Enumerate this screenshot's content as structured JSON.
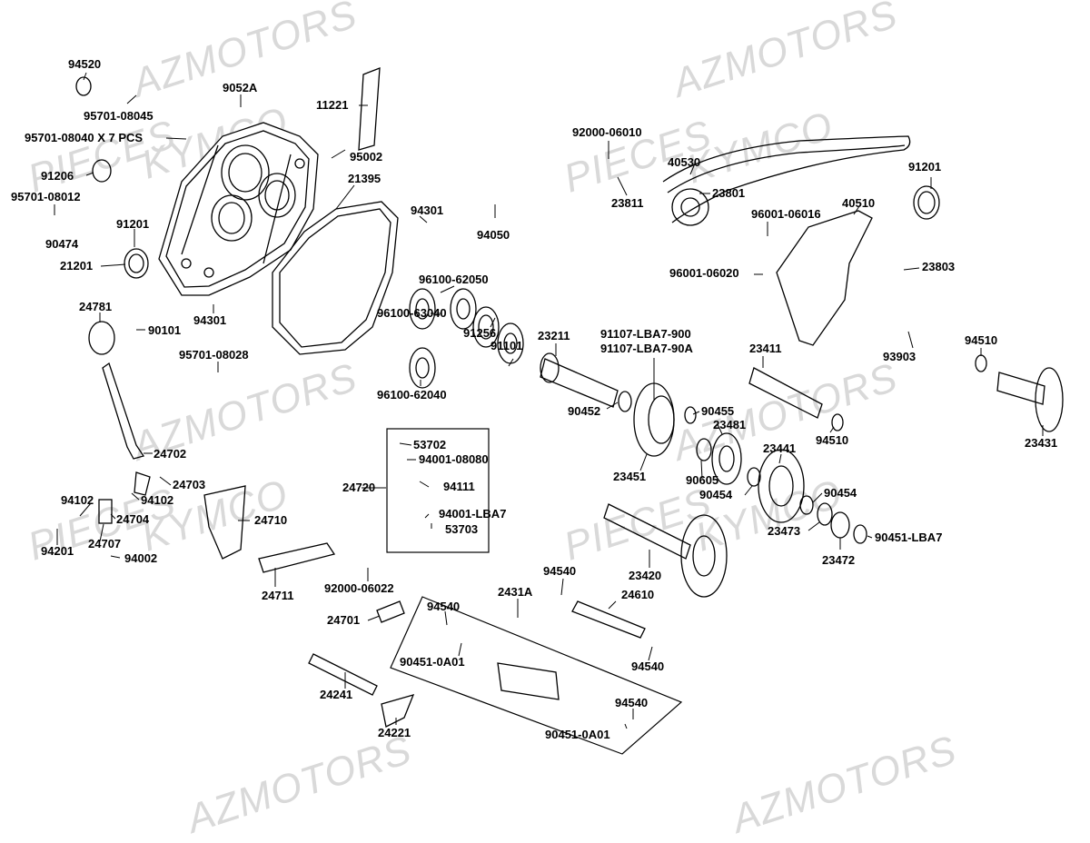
{
  "watermarks": [
    "PIECES",
    "AZMOTORS",
    "KYMCO"
  ],
  "part_labels": {
    "p94520": "94520",
    "p95701_08045": "95701-08045",
    "p9052A": "9052A",
    "p11221": "11221",
    "p95701_08040": "95701-08040 X 7 PCS",
    "p95002": "95002",
    "p21395": "21395",
    "p91206": "91206",
    "p95701_08012": "95701-08012",
    "p90474": "90474",
    "p91201_left": "91201",
    "p21201": "21201",
    "p94301_top": "94301",
    "p94050": "94050",
    "p94301_bot": "94301",
    "p24781": "24781",
    "p90101": "90101",
    "p95701_08028": "95701-08028",
    "p96100_62050": "96100-62050",
    "p96100_63040": "96100-63040",
    "p91256": "91256",
    "p91101": "91101",
    "p96100_62040": "96100-62040",
    "p92000_06010": "92000-06010",
    "p40530": "40530",
    "p23801": "23801",
    "p23811": "23811",
    "p40510": "40510",
    "p91201_right": "91201",
    "p96001_06016": "96001-06016",
    "p96001_06020": "96001-06020",
    "p23803": "23803",
    "p93903": "93903",
    "p94510_right": "94510",
    "p23431": "23431",
    "p23211": "23211",
    "p91107_900": "91107-LBA7-900",
    "p91107_90A": "91107-LBA7-90A",
    "p23411": "23411",
    "p90452": "90452",
    "p90455": "90455",
    "p23481": "23481",
    "p94510_mid": "94510",
    "p23441": "23441",
    "p23451": "23451",
    "p90605": "90605",
    "p90454_a": "90454",
    "p90454_b": "90454",
    "p23473": "23473",
    "p23472": "23472",
    "p90451_lba7": "90451-LBA7",
    "p23420": "23420",
    "p24702": "24702",
    "p24703": "24703",
    "p94102_a": "94102",
    "p94102_b": "94102",
    "p24704": "24704",
    "p24710": "24710",
    "p94201": "94201",
    "p24707": "24707",
    "p94002": "94002",
    "p24711": "24711",
    "p53702": "53702",
    "p94001_08080": "94001-08080",
    "p24720": "24720",
    "p94111": "94111",
    "p94001_lba7": "94001-LBA7",
    "p53703": "53703",
    "p92000_06022": "92000-06022",
    "p24701": "24701",
    "p2431A": "2431A",
    "p94540_a": "94540",
    "p24610": "24610",
    "p94540_b": "94540",
    "p94540_c": "94540",
    "p90451_0A01_a": "90451-0A01",
    "p24241": "24241",
    "p24221": "24221",
    "p94540_d": "94540",
    "p90451_0A01_b": "90451-0A01"
  }
}
